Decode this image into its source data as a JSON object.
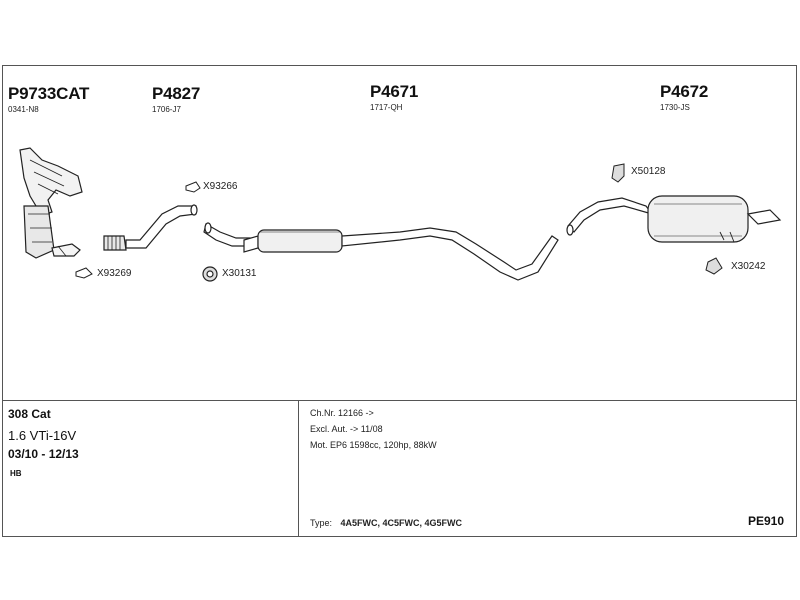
{
  "parts": [
    {
      "number": "P9733CAT",
      "code": "0341-N8"
    },
    {
      "number": "P4827",
      "code": "1706-J7"
    },
    {
      "number": "P4671",
      "code": "1717-QH"
    },
    {
      "number": "P4672",
      "code": "1730-JS"
    }
  ],
  "callouts": {
    "x93266": "X93266",
    "x93269": "X93269",
    "x30131": "X30131",
    "x50128": "X50128",
    "x30242": "X30242"
  },
  "vehicle": {
    "model": "308 Cat",
    "engine": "1.6 VTi-16V",
    "years": "03/10 - 12/13",
    "body": "HB"
  },
  "info": {
    "chassis": "Ch.Nr. 12166 ->",
    "excl": "Excl. Aut. -> 11/08",
    "motor": "Mot. EP6 1598cc, 120hp, 88kW",
    "type_label": "Type:",
    "type_values": "4A5FWC, 4C5FWC, 4G5FWC",
    "reference": "PE910"
  }
}
